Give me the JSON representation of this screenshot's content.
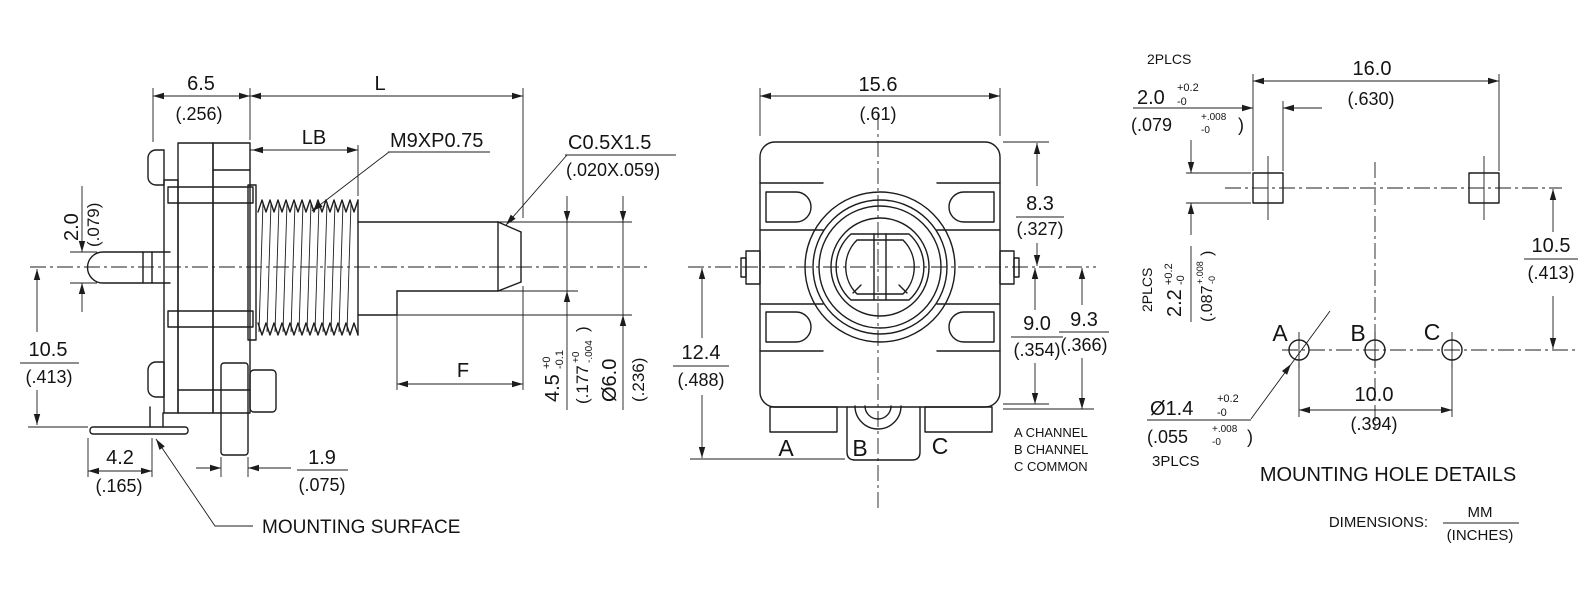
{
  "side_view": {
    "dim_6_5": {
      "mm": "6.5",
      "inch": "(.256)"
    },
    "dim_L": "L",
    "dim_LB": "LB",
    "thread_callout": "M9XP0.75",
    "chamfer_callout": {
      "mm": "C0.5X1.5",
      "inch": "(.020X.059)"
    },
    "dim_2_0": {
      "mm": "2.0",
      "inch": "(.079)"
    },
    "dim_10_5": {
      "mm": "10.5",
      "inch": "(.413)"
    },
    "dim_4_2": {
      "mm": "4.2",
      "inch": "(.165)"
    },
    "dim_1_9": {
      "mm": "1.9",
      "inch": "(.075)"
    },
    "dim_F": "F",
    "dim_4_5": {
      "mm": "4.5",
      "tol_plus": "+0",
      "tol_minus": "-0.1",
      "inch": "(.177",
      "inch_tol_plus": "+0",
      "inch_tol_minus": "-.004",
      "inch_close": ")"
    },
    "dim_dia_6_0": {
      "mm": "Ø6.0",
      "inch": "(.236)"
    },
    "mounting_surface_label": "MOUNTING SURFACE"
  },
  "front_view": {
    "dim_15_6": {
      "mm": "15.6",
      "inch": "(.61)"
    },
    "dim_8_3": {
      "mm": "8.3",
      "inch": "(.327)"
    },
    "dim_9_0": {
      "mm": "9.0",
      "inch": "(.354)"
    },
    "dim_9_3": {
      "mm": "9.3",
      "inch": "(.366)"
    },
    "dim_12_4": {
      "mm": "12.4",
      "inch": "(.488)"
    },
    "pins": {
      "a": "A",
      "b": "B",
      "c": "C"
    },
    "legend": {
      "a": "A CHANNEL",
      "b": "B CHANNEL",
      "c": "C COMMON"
    }
  },
  "mounting_view": {
    "dim_2_0": {
      "places": "2PLCS",
      "mm": "2.0",
      "tol_plus": "+0.2",
      "tol_minus": "-0",
      "inch": "(.079",
      "inch_tol_plus": "+.008",
      "inch_tol_minus": "-0",
      "inch_close": ")"
    },
    "dim_16_0": {
      "mm": "16.0",
      "inch": "(.630)"
    },
    "dim_10_5": {
      "mm": "10.5",
      "inch": "(.413)"
    },
    "dim_2_2": {
      "places": "2PLCS",
      "mm": "2.2",
      "tol_plus": "+0.2",
      "tol_minus": "-0",
      "inch": "(.087",
      "inch_tol_plus": "+.008",
      "inch_tol_minus": "-0",
      "inch_close": ")"
    },
    "dim_dia_1_4": {
      "mm": "Ø1.4",
      "tol_plus": "+0.2",
      "tol_minus": "-0",
      "inch": "(.055",
      "inch_tol_plus": "+.008",
      "inch_tol_minus": "-0",
      "inch_close": ")",
      "places": "3PLCS"
    },
    "dim_10_0": {
      "mm": "10.0",
      "inch": "(.394)"
    },
    "holes": {
      "a": "A",
      "b": "B",
      "c": "C"
    },
    "title": "MOUNTING HOLE DETAILS",
    "dimensions_note": {
      "label": "DIMENSIONS:",
      "mm": "MM",
      "inch": "(INCHES)"
    }
  }
}
